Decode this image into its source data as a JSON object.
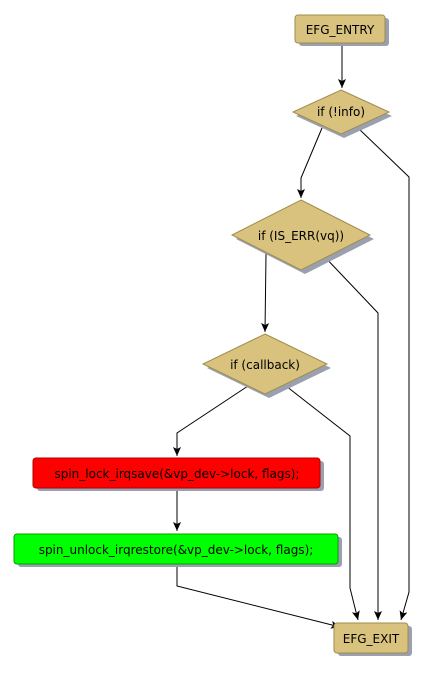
{
  "nodes": {
    "entry": {
      "label": "EFG_ENTRY"
    },
    "if_info": {
      "label": "if (!info)"
    },
    "if_iserr": {
      "label": "if (IS_ERR(vq))"
    },
    "if_cb": {
      "label": "if (callback)"
    },
    "lock": {
      "label": "spin_lock_irqsave(&vp_dev->lock, flags);"
    },
    "unlock": {
      "label": "spin_unlock_irqrestore(&vp_dev->lock, flags);"
    },
    "exit": {
      "label": "EFG_EXIT"
    }
  },
  "colors": {
    "node_fill": "#d9c27e",
    "node_stroke": "#a08c4c",
    "shadow": "#9aa0b0",
    "lock_fill": "#ff0000",
    "unlock_fill": "#00ff00",
    "edge": "#000000"
  }
}
